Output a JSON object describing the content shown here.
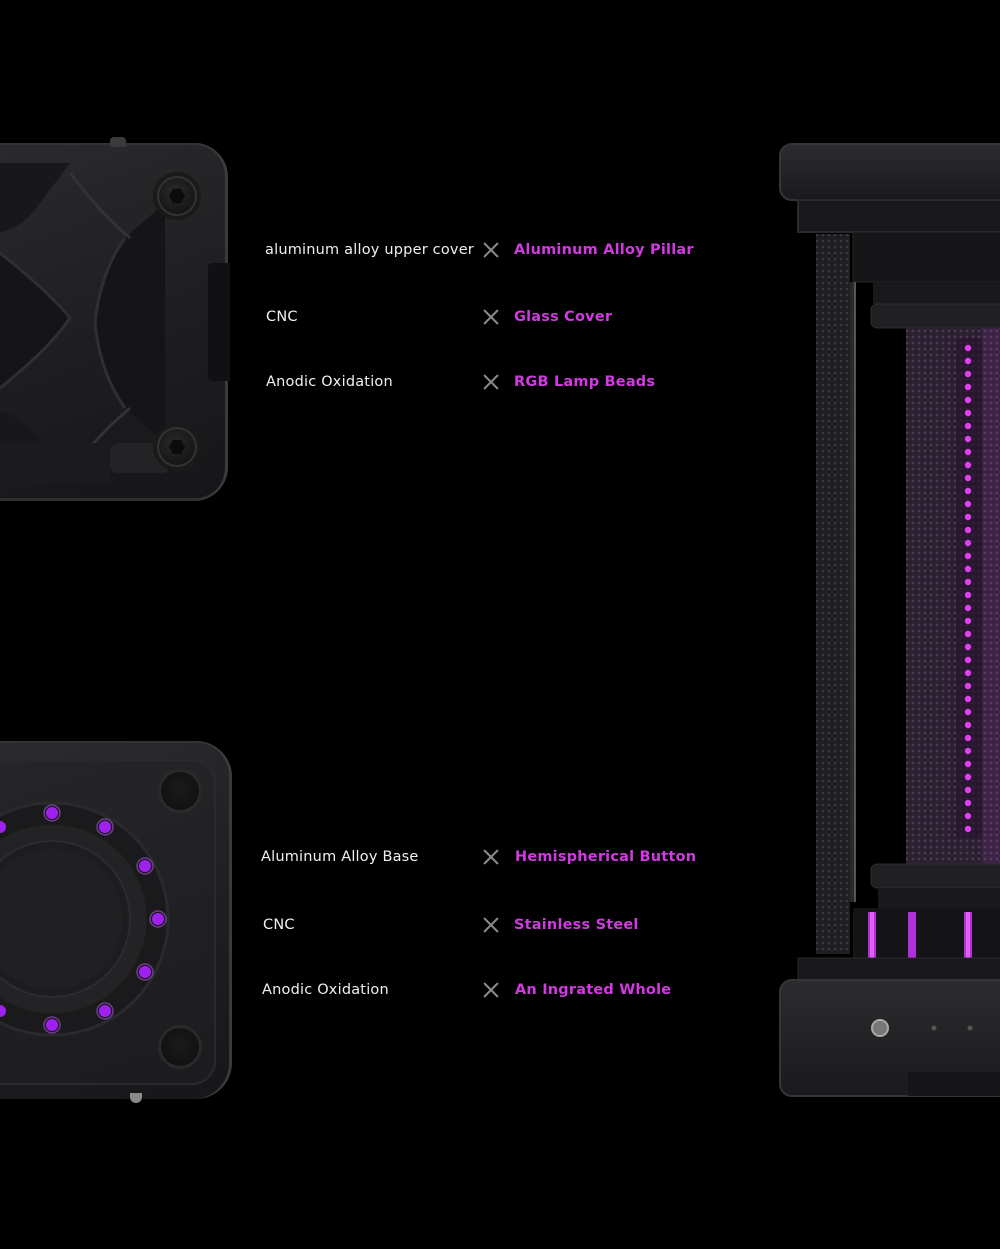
{
  "accent_color": "#d13ae0",
  "led_color": "#a020f0",
  "top_specs": [
    {
      "left": "aluminum alloy upper cover",
      "right": "Aluminum Alloy Pillar"
    },
    {
      "left": "CNC",
      "right": "Glass Cover"
    },
    {
      "left": "Anodic Oxidation",
      "right": "RGB Lamp Beads"
    }
  ],
  "bottom_specs": [
    {
      "left": "Aluminum Alloy Base",
      "right": "Hemispherical Button"
    },
    {
      "left": "CNC",
      "right": "Stainless Steel"
    },
    {
      "left": "Anodic Oxidation",
      "right": "An Ingrated Whole"
    }
  ],
  "icons": {
    "separator": "x-icon",
    "cover_screw": "hex-screw-icon",
    "base_hole": "mount-hole-icon"
  }
}
